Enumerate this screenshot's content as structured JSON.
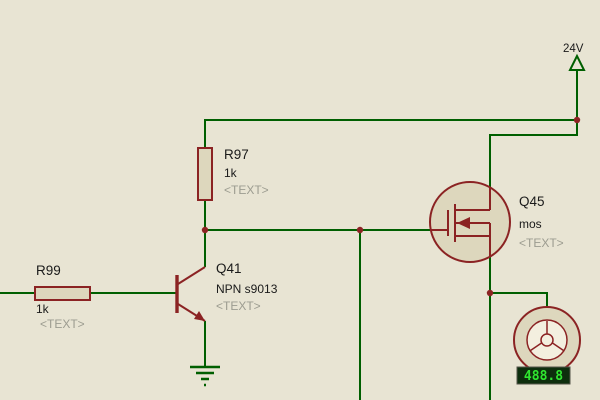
{
  "colors": {
    "bg": "#e8e4d3",
    "wire": "#005f00",
    "comp": "#8b2323",
    "comp-fill": "#ddd7bd",
    "junction": "#8b2323",
    "ph": "#9c9c90",
    "label": "#1a1a1a",
    "disp-bg": "#0d2e0d",
    "disp-fg": "#2fe62f",
    "motor-inner": "#f3efdf"
  },
  "schematic": {
    "power": {
      "label": "24V"
    },
    "components": {
      "r97": {
        "ref": "R97",
        "value": "1k",
        "placeholder": "<TEXT>"
      },
      "r99": {
        "ref": "R99",
        "value": "1k",
        "placeholder": "<TEXT>"
      },
      "q41": {
        "ref": "Q41",
        "value": "NPN s9013",
        "placeholder": "<TEXT>"
      },
      "q45": {
        "ref": "Q45",
        "value": "mos",
        "placeholder": "<TEXT>"
      },
      "motor": {
        "display": "488.8"
      }
    }
  }
}
